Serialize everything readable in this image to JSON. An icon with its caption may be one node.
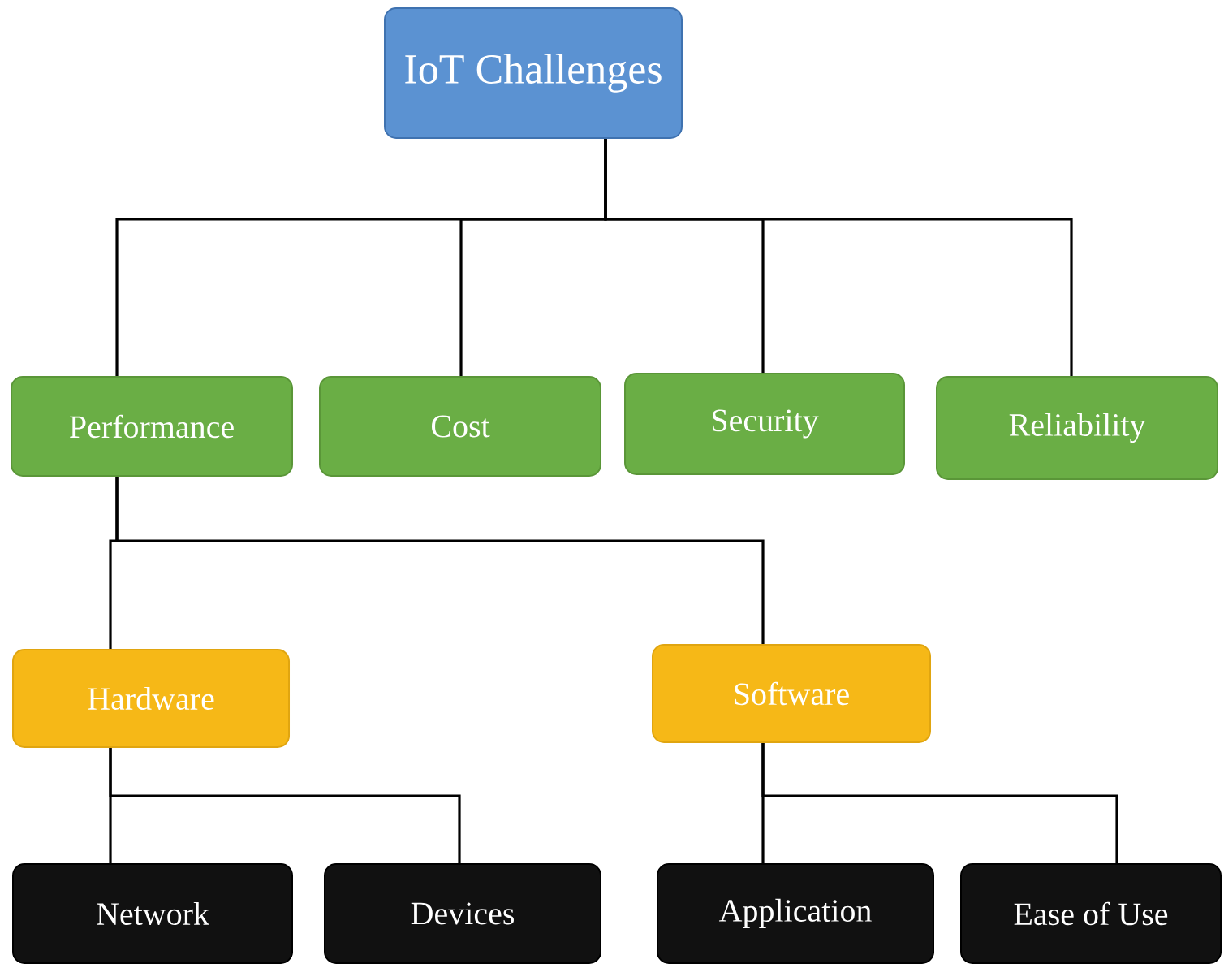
{
  "diagram": {
    "nodes": [
      {
        "text": [
          "IoT Challenges"
        ]
      },
      {
        "text": [
          "Performance"
        ]
      },
      {
        "text": [
          "Cost"
        ]
      },
      {
        "text": [
          "Security"
        ]
      },
      {
        "text": [
          "Reliability"
        ]
      },
      {
        "text": [
          "Hardware"
        ]
      },
      {
        "text": [
          "Software"
        ]
      },
      {
        "text": [
          "Network"
        ]
      },
      {
        "text": [
          "Devices"
        ]
      },
      {
        "text": [
          "Application"
        ]
      },
      {
        "text": [
          "Ease of Use"
        ]
      }
    ],
    "edges": [
      {
        "from": 0,
        "to": 1,
        "arrow": "none"
      },
      {
        "from": 0,
        "to": 2,
        "arrow": "none"
      },
      {
        "from": 0,
        "to": 3,
        "arrow": "none"
      },
      {
        "from": 0,
        "to": 4,
        "arrow": "none"
      },
      {
        "from": 1,
        "to": 5,
        "arrow": "none"
      },
      {
        "from": 1,
        "to": 6,
        "arrow": "none"
      },
      {
        "from": 5,
        "to": 7,
        "arrow": "none"
      },
      {
        "from": 5,
        "to": 8,
        "arrow": "none"
      },
      {
        "from": 6,
        "to": 9,
        "arrow": "none"
      },
      {
        "from": 6,
        "to": 10,
        "arrow": "none"
      }
    ]
  }
}
